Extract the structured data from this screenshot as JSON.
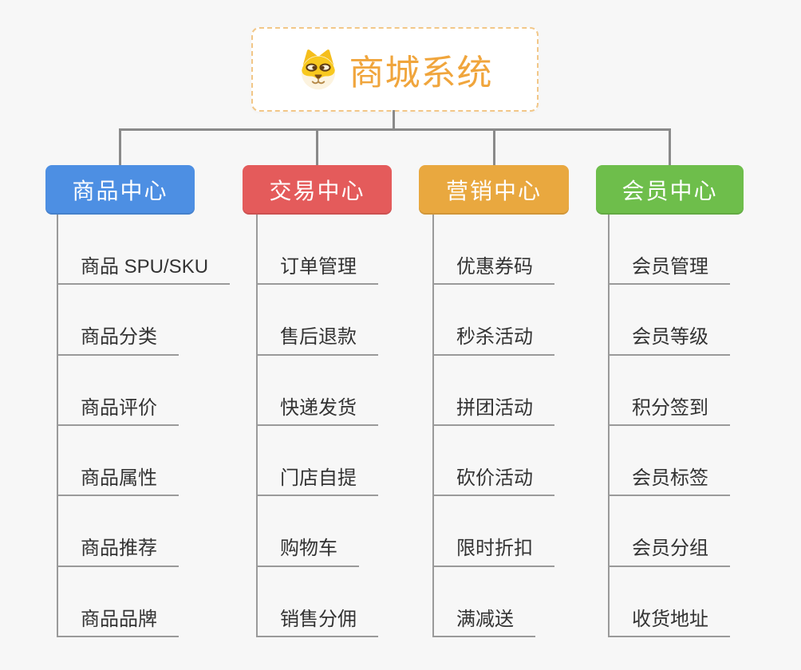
{
  "app": {
    "background": "#f7f7f7",
    "connector_color": "#8a8a8a",
    "leaf_line_color": "#9a9a9a",
    "leaf_text_color": "#333333"
  },
  "root": {
    "title": "商城系统",
    "title_color": "#f0a53c",
    "border_color": "#f2c788",
    "icon": "dog-face-icon"
  },
  "branches": [
    {
      "id": "product-center",
      "label": "商品中心",
      "color": "#4d8fe3",
      "items": [
        "商品 SPU/SKU",
        "商品分类",
        "商品评价",
        "商品属性",
        "商品推荐",
        "商品品牌"
      ]
    },
    {
      "id": "trade-center",
      "label": "交易中心",
      "color": "#e45b5b",
      "items": [
        "订单管理",
        "售后退款",
        "快递发货",
        "门店自提",
        "购物车",
        "销售分佣"
      ]
    },
    {
      "id": "marketing-center",
      "label": "营销中心",
      "color": "#e9a83f",
      "items": [
        "优惠券码",
        "秒杀活动",
        "拼团活动",
        "砍价活动",
        "限时折扣",
        "满减送"
      ]
    },
    {
      "id": "member-center",
      "label": "会员中心",
      "color": "#6ebe4b",
      "items": [
        "会员管理",
        "会员等级",
        "积分签到",
        "会员标签",
        "会员分组",
        "收货地址"
      ]
    }
  ]
}
